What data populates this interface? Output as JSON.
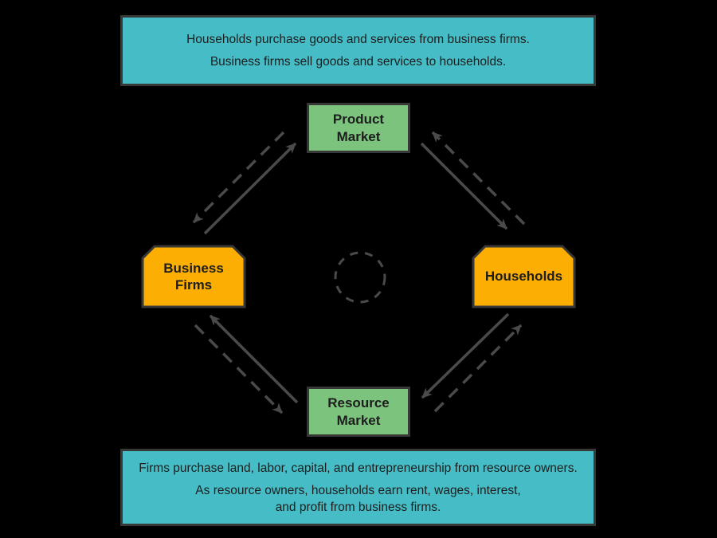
{
  "top_box": {
    "line1": "Households purchase goods and services from business firms.",
    "line2": "Business firms sell goods and services to households."
  },
  "bottom_box": {
    "line1": "Firms purchase land, labor, capital, and entrepreneurship from resource owners.",
    "line2": "As resource owners, households earn rent, wages, interest,",
    "line3": "and profit from business firms."
  },
  "nodes": {
    "product_market": {
      "label": "Product Market"
    },
    "business_firms": {
      "label": "Business Firms"
    },
    "households": {
      "label": "Households"
    },
    "resource_market": {
      "label": "Resource Market"
    }
  },
  "edges": [
    {
      "from": "business_firms",
      "to": "product_market",
      "style": "solid"
    },
    {
      "from": "product_market",
      "to": "business_firms",
      "style": "dashed"
    },
    {
      "from": "product_market",
      "to": "households",
      "style": "solid"
    },
    {
      "from": "households",
      "to": "product_market",
      "style": "dashed"
    },
    {
      "from": "resource_market",
      "to": "business_firms",
      "style": "solid"
    },
    {
      "from": "business_firms",
      "to": "resource_market",
      "style": "dashed"
    },
    {
      "from": "households",
      "to": "resource_market",
      "style": "solid"
    },
    {
      "from": "resource_market",
      "to": "households",
      "style": "dashed"
    }
  ],
  "colors": {
    "background": "#000000",
    "info_box": "#46bdc6",
    "market_box": "#7cc47e",
    "agent_box": "#fcae02",
    "shape_border": "#383838",
    "arrow": "#4a4a4a",
    "text": "#1d1d1d"
  }
}
